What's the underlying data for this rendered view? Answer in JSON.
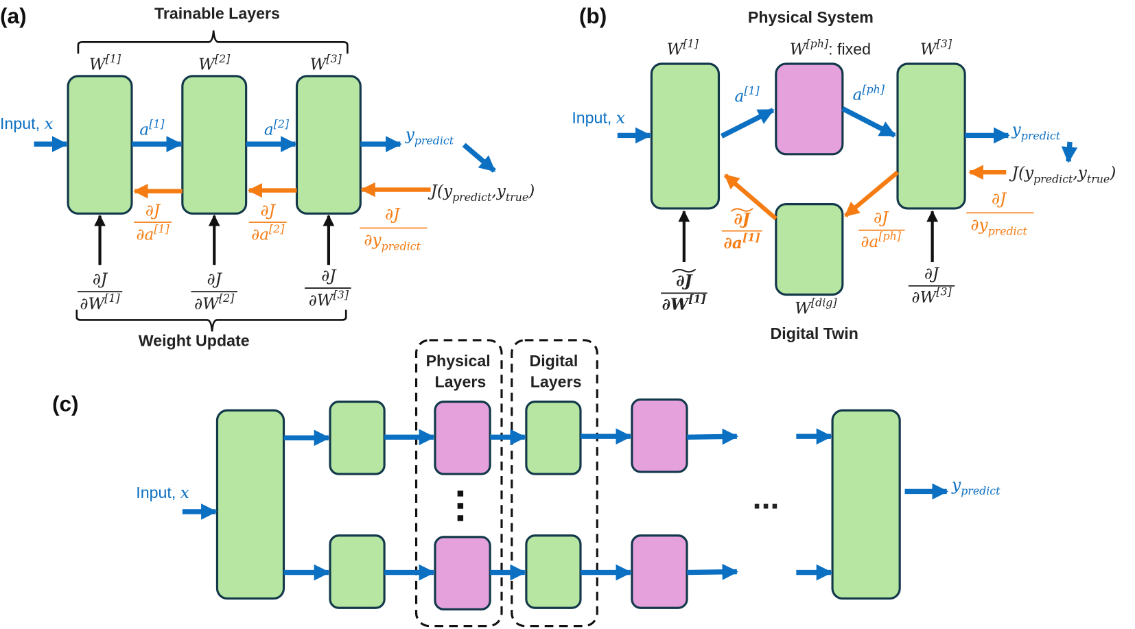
{
  "colors": {
    "layer_trainable": "#b6e6a2",
    "layer_physical": "#e4a1dc",
    "forward": "#0b6fc2",
    "backward": "#f57c13",
    "gradient": "#111111"
  },
  "panel_a": {
    "label": "(a)",
    "title": "Trainable Layers",
    "bottom_title": "Weight Update",
    "input": [
      [
        "Input, ",
        "plain"
      ],
      [
        "x",
        ""
      ]
    ],
    "w1": [
      [
        "W",
        ""
      ],
      [
        "[1]",
        "sup"
      ]
    ],
    "w2": [
      [
        "W",
        ""
      ],
      [
        "[2]",
        "sup"
      ]
    ],
    "w3": [
      [
        "W",
        ""
      ],
      [
        "[3]",
        "sup"
      ]
    ],
    "a1": [
      [
        "a",
        ""
      ],
      [
        "[1]",
        "sup"
      ]
    ],
    "a2": [
      [
        "a",
        ""
      ],
      [
        "[2]",
        "sup"
      ]
    ],
    "y_predict": [
      [
        "y",
        ""
      ],
      [
        "predict",
        "sub"
      ]
    ],
    "cost": [
      [
        "J(y",
        ""
      ],
      [
        "predict",
        "sub"
      ],
      [
        ",y",
        ""
      ],
      [
        "true",
        "sub"
      ],
      [
        ")",
        ""
      ]
    ],
    "numerator": "∂J",
    "d_a1": [
      [
        "∂a",
        ""
      ],
      [
        "[1]",
        "sup"
      ]
    ],
    "d_a2": [
      [
        "∂a",
        ""
      ],
      [
        "[2]",
        "sup"
      ]
    ],
    "d_y": [
      [
        "∂y",
        ""
      ],
      [
        "predict",
        "sub"
      ]
    ],
    "d_w1": [
      [
        "∂W",
        ""
      ],
      [
        "[1]",
        "sup"
      ]
    ],
    "d_w2": [
      [
        "∂W",
        ""
      ],
      [
        "[2]",
        "sup"
      ]
    ],
    "d_w3": [
      [
        "∂W",
        ""
      ],
      [
        "[3]",
        "sup"
      ]
    ]
  },
  "panel_b": {
    "label": "(b)",
    "title": "Physical System",
    "bottom_title": "Digital Twin",
    "input": [
      [
        "Input, ",
        "plain"
      ],
      [
        "x",
        ""
      ]
    ],
    "w1": [
      [
        "W",
        ""
      ],
      [
        "[1]",
        "sup"
      ]
    ],
    "wph": [
      [
        "W",
        ""
      ],
      [
        "[ph]",
        "sup"
      ],
      [
        ": fixed",
        "plain"
      ]
    ],
    "w3": [
      [
        "W",
        ""
      ],
      [
        "[3]",
        "sup"
      ]
    ],
    "wdig": [
      [
        "W",
        ""
      ],
      [
        "[dig]",
        "sup"
      ]
    ],
    "a1": [
      [
        "a",
        ""
      ],
      [
        "[1]",
        "sup"
      ]
    ],
    "aph": [
      [
        "a",
        ""
      ],
      [
        "[ph]",
        "sup"
      ]
    ],
    "y_predict": [
      [
        "y",
        ""
      ],
      [
        "predict",
        "sub"
      ]
    ],
    "cost": [
      [
        "J(y",
        ""
      ],
      [
        "predict",
        "sub"
      ],
      [
        ",y",
        ""
      ],
      [
        "true",
        "sub"
      ],
      [
        ")",
        ""
      ]
    ],
    "numerator": "∂J",
    "d_y": [
      [
        "∂y",
        ""
      ],
      [
        "predict",
        "sub"
      ]
    ],
    "d_aph": [
      [
        "∂a",
        ""
      ],
      [
        "[ph]",
        "sup"
      ]
    ],
    "d_a1_approx": [
      [
        "∂a",
        ""
      ],
      [
        "[1]",
        "sup"
      ]
    ],
    "d_w1_approx": [
      [
        "∂W",
        ""
      ],
      [
        "[1]",
        "sup"
      ]
    ],
    "d_w3": [
      [
        "∂W",
        ""
      ],
      [
        "[3]",
        "sup"
      ]
    ]
  },
  "panel_c": {
    "label": "(c)",
    "physical_layers": [
      "Physical",
      "Layers"
    ],
    "digital_layers": [
      "Digital",
      "Layers"
    ],
    "input": [
      [
        "Input, ",
        "plain"
      ],
      [
        "x",
        ""
      ]
    ],
    "y_predict": [
      [
        "y",
        ""
      ],
      [
        "predict",
        "sub"
      ]
    ],
    "ellipsis": "..."
  }
}
